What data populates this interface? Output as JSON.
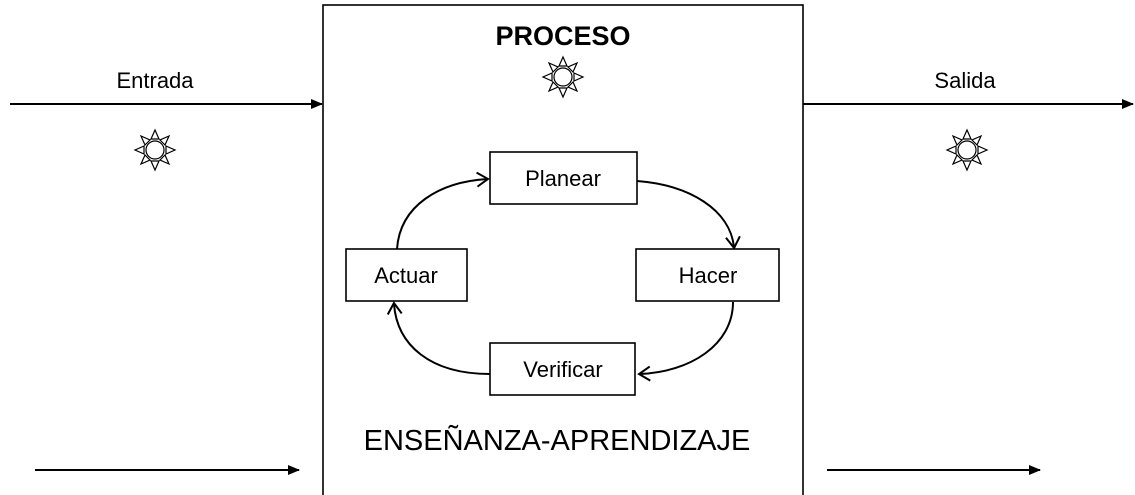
{
  "process": {
    "title": "PROCESO",
    "footer": "ENSEÑANZA-APRENDIZAJE"
  },
  "io": {
    "input_label": "Entrada",
    "output_label": "Salida"
  },
  "cycle": {
    "plan": "Planear",
    "do": "Hacer",
    "check": "Verificar",
    "act": "Actuar"
  },
  "icons": {
    "input_icon": "sun-icon",
    "process_icon": "sun-icon",
    "output_icon": "sun-icon"
  },
  "colors": {
    "stroke": "#000000",
    "background": "#ffffff"
  }
}
